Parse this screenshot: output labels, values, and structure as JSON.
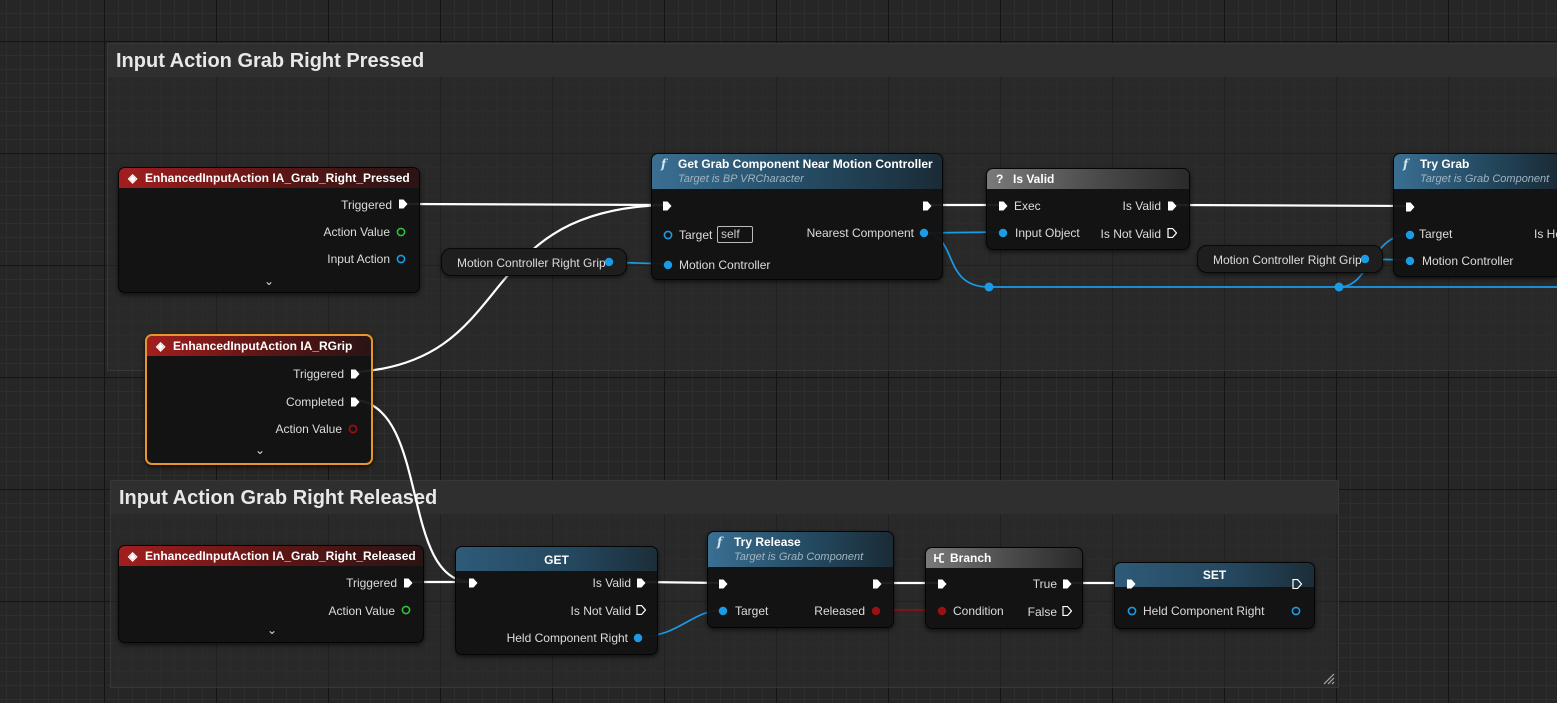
{
  "comments": {
    "pressed": "Input Action Grab Right Pressed",
    "released": "Input Action Grab Right Released"
  },
  "nodes": {
    "ia_grab_right_pressed": {
      "title": "EnhancedInputAction IA_Grab_Right_Pressed",
      "pins": [
        "Triggered",
        "Action Value",
        "Input Action"
      ]
    },
    "ia_rgrip": {
      "title": "EnhancedInputAction IA_RGrip",
      "pins": [
        "Triggered",
        "Completed",
        "Action Value"
      ]
    },
    "motion_controller_right_grip_1": {
      "label": "Motion Controller Right Grip"
    },
    "motion_controller_right_grip_2": {
      "label": "Motion Controller Right Grip"
    },
    "get_grab_component": {
      "title": "Get Grab Component Near Motion Controller",
      "subtitle": "Target is BP VRCharacter",
      "target_label": "Target",
      "target_value": "self",
      "motion_controller_label": "Motion Controller",
      "nearest_component_label": "Nearest Component"
    },
    "is_valid": {
      "title": "Is Valid",
      "exec_label": "Exec",
      "input_object_label": "Input Object",
      "is_valid_label": "Is Valid",
      "is_not_valid_label": "Is Not Valid"
    },
    "try_grab": {
      "title": "Try Grab",
      "subtitle": "Target is Grab Component",
      "target_label": "Target",
      "motion_controller_label": "Motion Controller",
      "partial_output": "Is He"
    },
    "ia_grab_right_released": {
      "title": "EnhancedInputAction IA_Grab_Right_Released",
      "pins": [
        "Triggered",
        "Action Value"
      ]
    },
    "get": {
      "title": "GET",
      "is_valid_label": "Is Valid",
      "is_not_valid_label": "Is Not Valid",
      "held_label": "Held Component Right"
    },
    "try_release": {
      "title": "Try Release",
      "subtitle": "Target is Grab Component",
      "target_label": "Target",
      "released_label": "Released"
    },
    "branch": {
      "title": "Branch",
      "condition_label": "Condition",
      "true_label": "True",
      "false_label": "False"
    },
    "set": {
      "title": "SET",
      "held_label": "Held Component Right"
    }
  },
  "colors": {
    "exec": "#ffffff",
    "object": "#1a9be6",
    "boolean": "#9b1111",
    "enhanced_value": "#2fbf3a",
    "selected_outline": "#e8952a"
  }
}
